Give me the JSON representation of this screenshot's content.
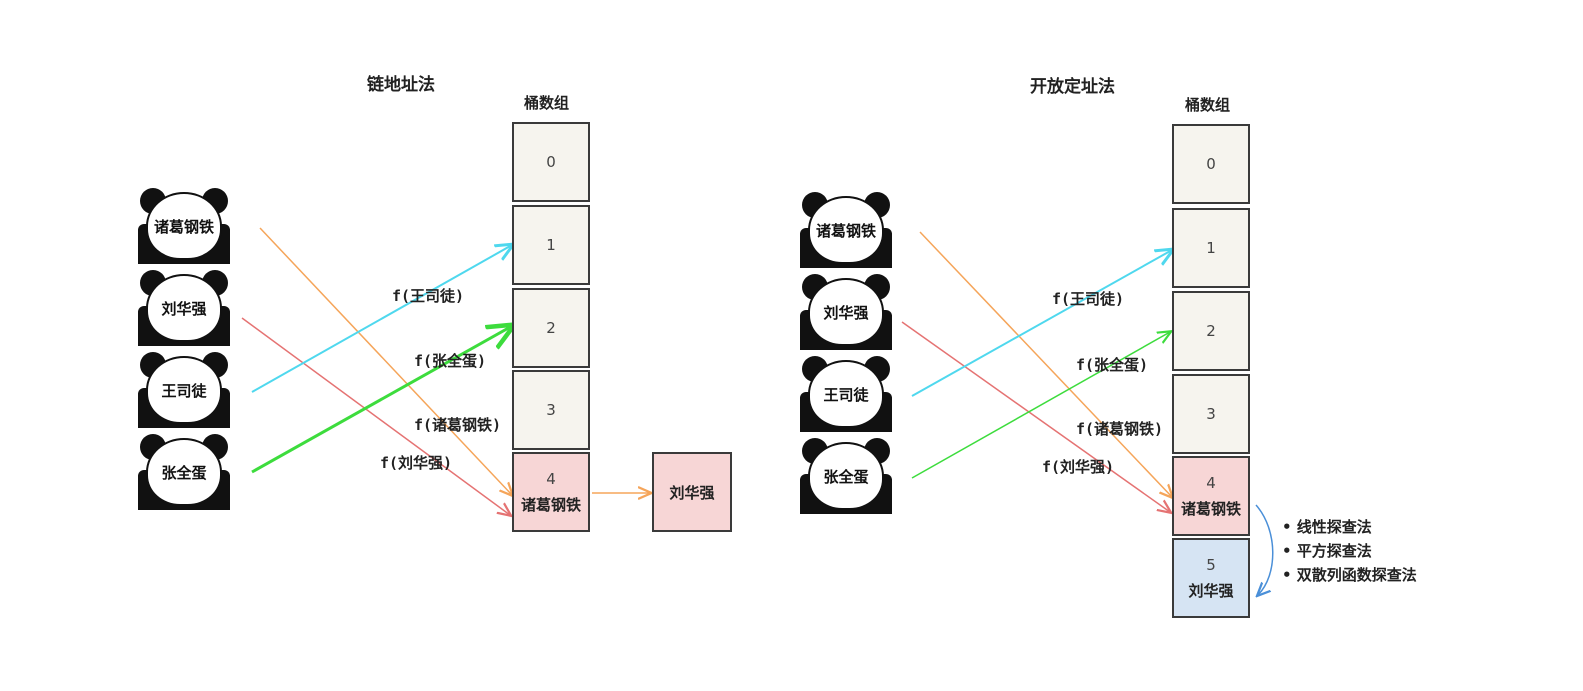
{
  "left": {
    "title": "链地址法",
    "bucket_header": "桶数组",
    "buckets": [
      {
        "index": "0",
        "name": ""
      },
      {
        "index": "1",
        "name": ""
      },
      {
        "index": "2",
        "name": ""
      },
      {
        "index": "3",
        "name": ""
      },
      {
        "index": "4",
        "name": "诸葛钢铁"
      }
    ],
    "chain_node": "刘华强",
    "pandas": [
      "诸葛钢铁",
      "刘华强",
      "王司徒",
      "张全蛋"
    ],
    "hash_labels": [
      "f(王司徒)",
      "f(张全蛋)",
      "f(诸葛钢铁)",
      "f(刘华强)"
    ]
  },
  "right": {
    "title": "开放定址法",
    "bucket_header": "桶数组",
    "buckets": [
      {
        "index": "0",
        "name": ""
      },
      {
        "index": "1",
        "name": ""
      },
      {
        "index": "2",
        "name": ""
      },
      {
        "index": "3",
        "name": ""
      },
      {
        "index": "4",
        "name": "诸葛钢铁"
      },
      {
        "index": "5",
        "name": "刘华强"
      }
    ],
    "pandas": [
      "诸葛钢铁",
      "刘华强",
      "王司徒",
      "张全蛋"
    ],
    "hash_labels": [
      "f(王司徒)",
      "f(张全蛋)",
      "f(诸葛钢铁)",
      "f(刘华强)"
    ],
    "methods": [
      "• 线性探查法",
      "•  平方探查法",
      "•  双散列函数探查法"
    ]
  },
  "colors": {
    "cyan": "#4fd8ee",
    "green": "#3ddc3d",
    "orange": "#f5a55a",
    "red": "#e57373",
    "blue": "#4a8fd8",
    "pink_fill": "#f7d6d6",
    "blue_fill": "#d6e4f3",
    "bucket_fill": "#f6f4ee"
  }
}
